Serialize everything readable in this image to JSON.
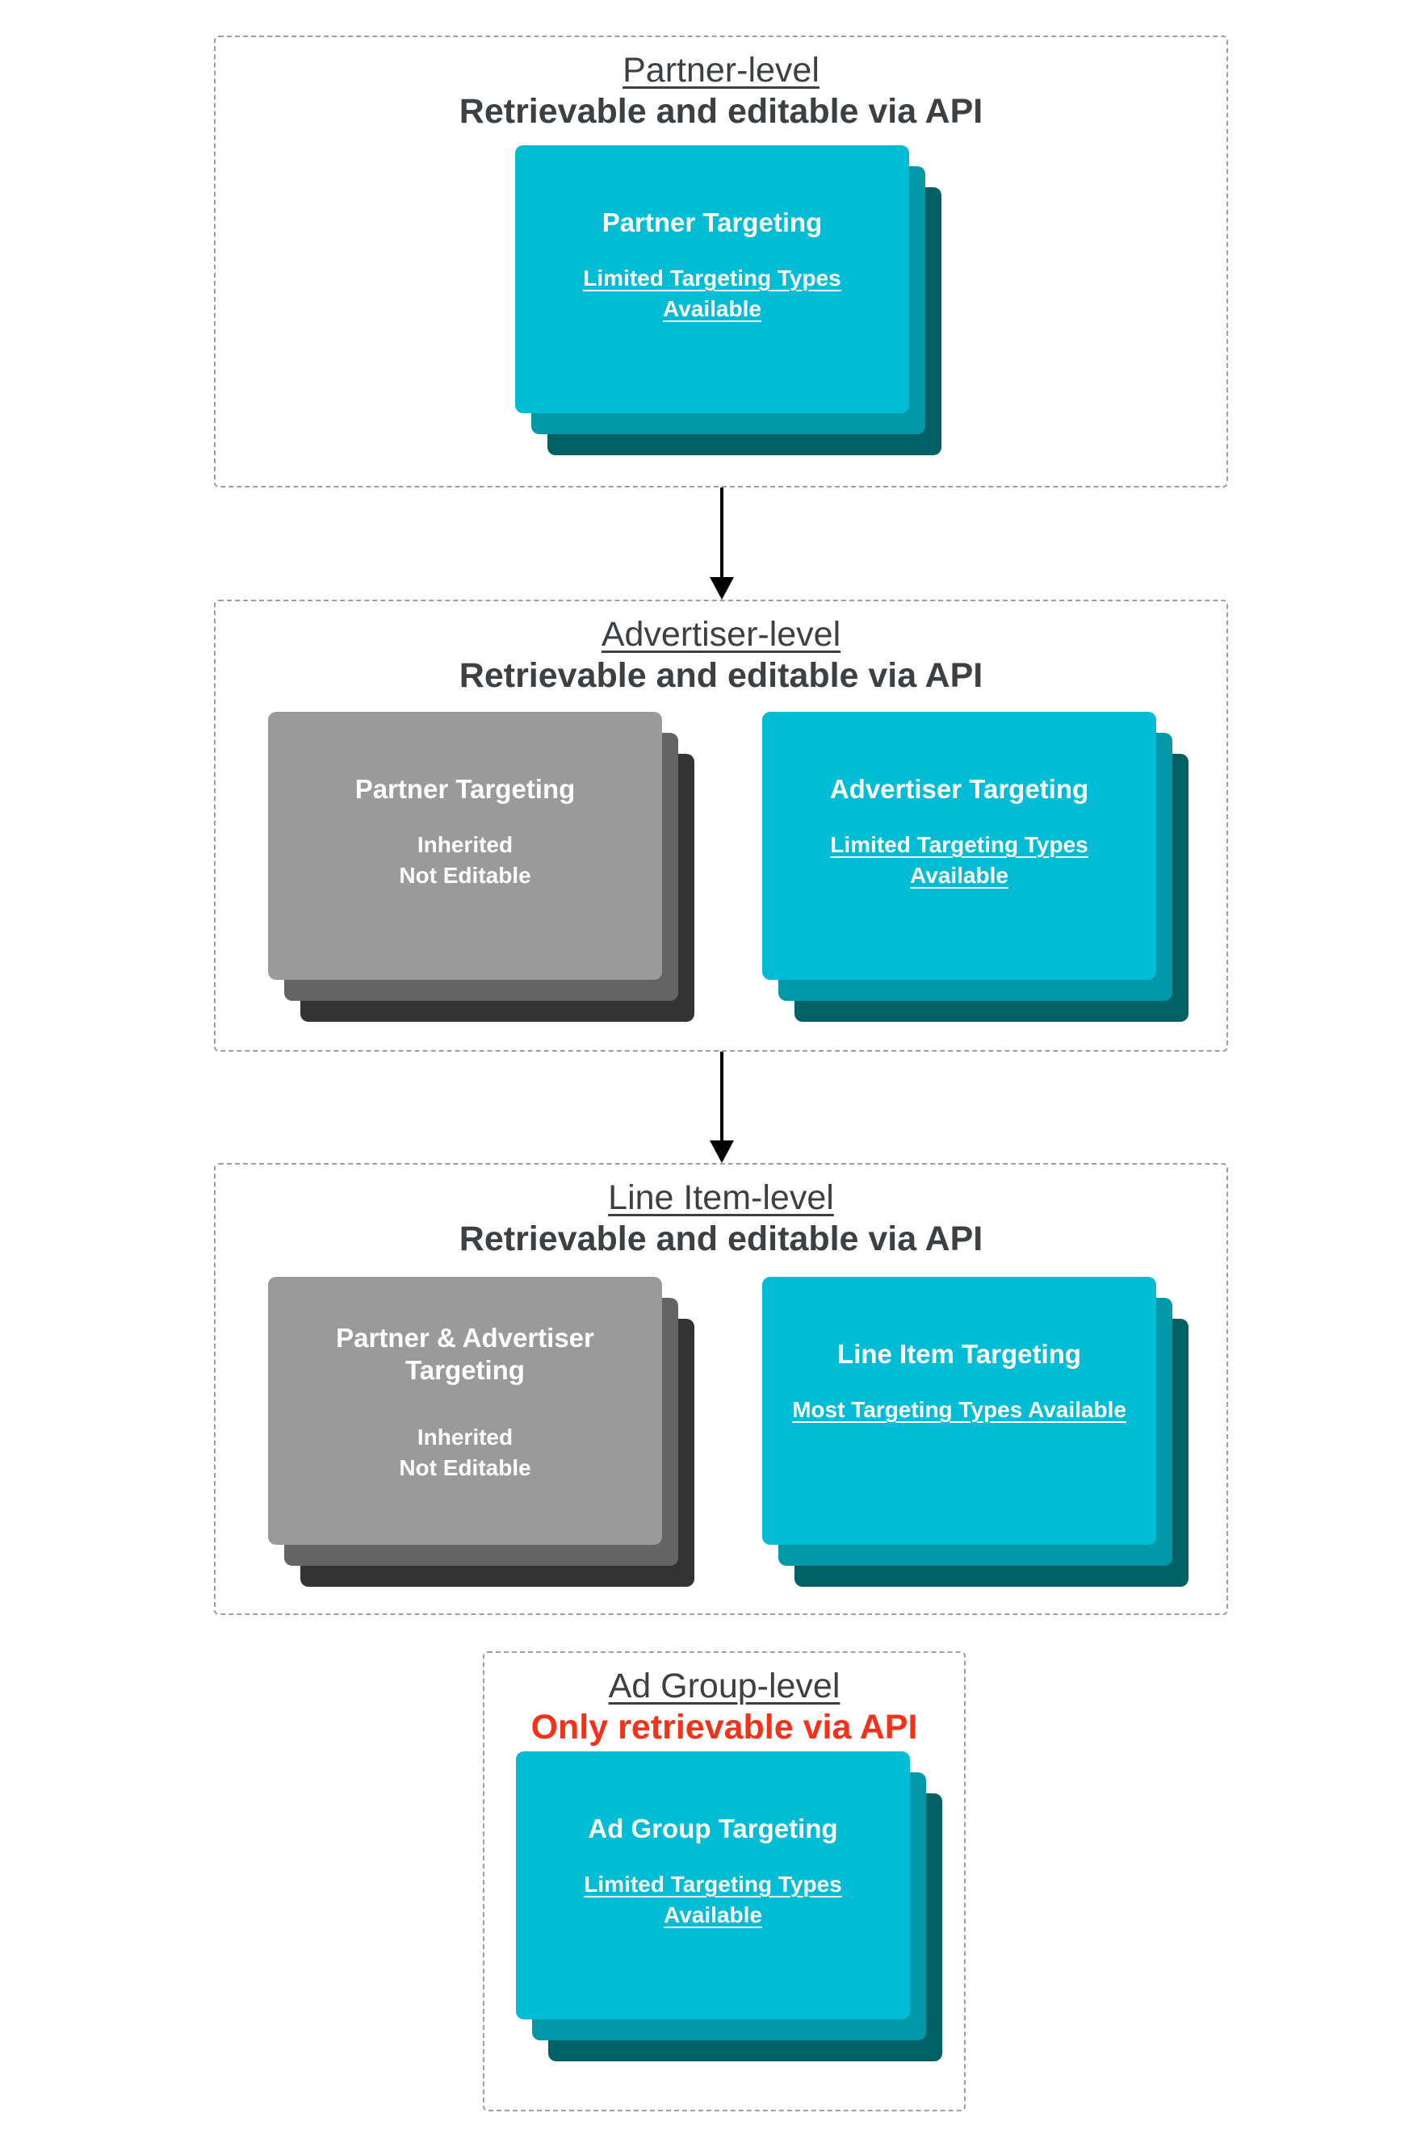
{
  "colors": {
    "teal": "#00bcd4",
    "teal-mid": "#0097a7",
    "teal-dark": "#006064",
    "gray": "#9a9a9a",
    "gray-mid": "#646464",
    "gray-dark": "#333333",
    "heading": "#3c4043",
    "red": "#f5311a",
    "dash": "#9e9e9e",
    "arrow": "#000000",
    "card-text": "#ffffff"
  },
  "sections": [
    {
      "level_label": "Partner-level",
      "api_note": "Retrievable and editable via API",
      "cards": [
        {
          "title": "Partner Targeting",
          "subtitle": "Limited Targeting Types Available"
        }
      ]
    },
    {
      "level_label": "Advertiser-level",
      "api_note": "Retrievable and editable via API",
      "cards": [
        {
          "title": "Partner Targeting",
          "subtitle_line1": "Inherited",
          "subtitle_line2": "Not Editable"
        },
        {
          "title": "Advertiser Targeting",
          "subtitle": "Limited Targeting Types Available"
        }
      ]
    },
    {
      "level_label": "Line Item-level",
      "api_note": "Retrievable and editable via API",
      "cards": [
        {
          "title": "Partner & Advertiser Targeting",
          "subtitle_line1": "Inherited",
          "subtitle_line2": "Not Editable"
        },
        {
          "title": "Line Item Targeting",
          "subtitle": "Most Targeting Types Available"
        }
      ]
    },
    {
      "level_label": "Ad Group-level",
      "api_note": "Only retrievable via API",
      "cards": [
        {
          "title": "Ad Group Targeting",
          "subtitle": "Limited Targeting Types Available"
        }
      ]
    }
  ]
}
